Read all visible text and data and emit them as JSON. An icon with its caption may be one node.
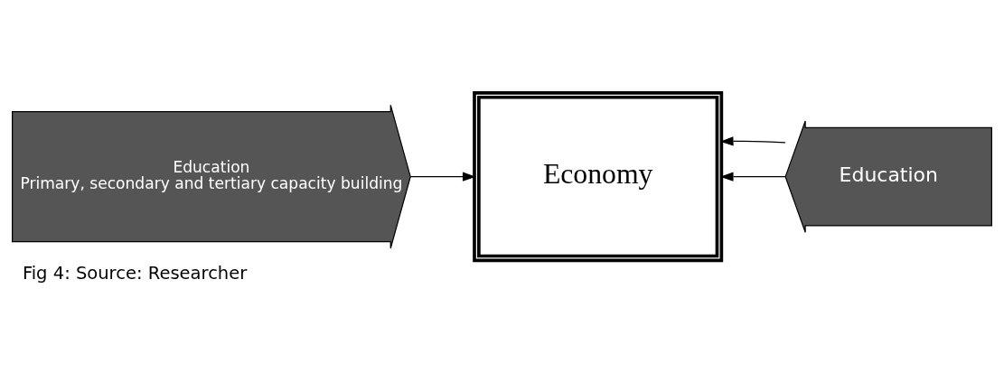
{
  "diagram": {
    "caption": "Fig 4: Source: Researcher",
    "nodes": [
      {
        "text": [
          "Education",
          "Primary, secondary and tertiary capacity building"
        ]
      },
      {
        "text": [
          "Economy"
        ]
      },
      {
        "text": [
          "Education"
        ]
      }
    ],
    "edges": [
      {
        "from": 0,
        "to": 1,
        "arrow": "to"
      },
      {
        "from": 2,
        "to": 1,
        "arrow": "to"
      },
      {
        "from": 2,
        "to": 1,
        "arrow": "to"
      }
    ]
  }
}
